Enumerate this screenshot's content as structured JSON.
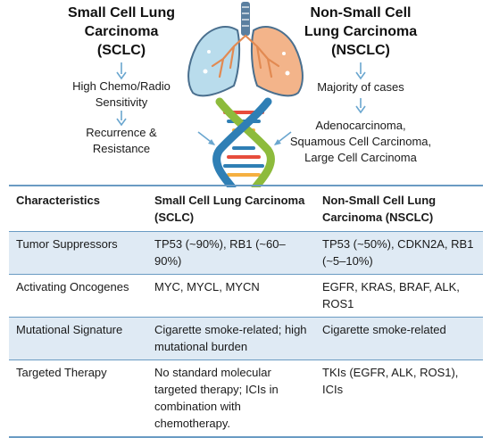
{
  "diagram": {
    "left_title": "Small Cell Lung\nCarcinoma\n(SCLC)",
    "right_title": "Non-Small Cell\nLung Carcinoma\n(NSCLC)",
    "left_flow": [
      "High Chemo/Radio\nSensitivity",
      "Recurrence &\nResistance"
    ],
    "right_flow": [
      "Majority of cases",
      "Adenocarcinoma,\nSquamous Cell Carcinoma,\nLarge Cell Carcinoma"
    ],
    "icons": [
      "lungs-icon",
      "dna-helix-icon"
    ],
    "colors": {
      "arrow": "#6aa6cf",
      "lung_left": "#b9dcec",
      "lung_right": "#f3b48a",
      "trachea": "#5a7fa0",
      "dna_green": "#8dbb3c",
      "dna_blue": "#2f7fb5",
      "table_line": "#6a9bc3",
      "row_shade": "#dfeaf4"
    }
  },
  "table": {
    "headers": [
      "Characteristics",
      "Small Cell Lung Carcinoma (SCLC)",
      "Non-Small Cell Lung Carcinoma (NSCLC)"
    ],
    "rows": [
      [
        "Tumor Suppressors",
        "TP53 (~90%), RB1 (~60–90%)",
        "TP53 (~50%), CDKN2A, RB1 (~5–10%)"
      ],
      [
        "Activating Oncogenes",
        "MYC, MYCL, MYCN",
        "EGFR, KRAS, BRAF, ALK, ROS1"
      ],
      [
        "Mutational Signature",
        "Cigarette smoke-related; high mutational burden",
        "Cigarette smoke-related"
      ],
      [
        "Targeted Therapy",
        "No standard molecular targeted therapy; ICIs in combination with chemotherapy.",
        "TKIs (EGFR, ALK, ROS1), ICIs"
      ]
    ]
  }
}
